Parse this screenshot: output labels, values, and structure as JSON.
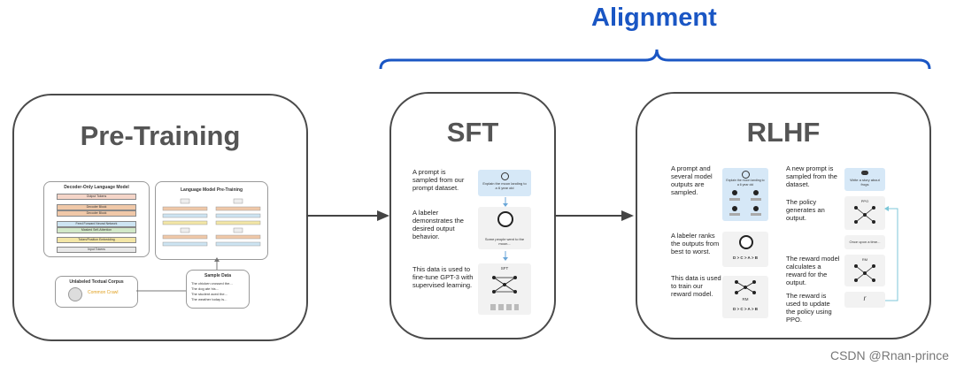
{
  "header": {
    "alignment": "Alignment",
    "bracket_color": "#1a56c4"
  },
  "pretraining": {
    "title": "Pre-Training",
    "decoder_panel": {
      "title": "Decoder-Only Language Model",
      "layers": [
        "Output Tokens",
        "Decoder Block",
        "Decoder Block",
        "Feed Forward Neural Network",
        "Masked Self-Attention",
        "Token/Position Embedding",
        "Input Tokens"
      ]
    },
    "lm_panel": {
      "title": "Language Model Pre-Training"
    },
    "corpus": {
      "title": "Unlabeled Textual Corpus",
      "logo_text": "Common Crawl"
    },
    "sample": {
      "title": "Sample Data",
      "lines": [
        "The chicken crossed the...",
        "The dog ate his...",
        "The student aced the...",
        "The weather today is..."
      ]
    }
  },
  "sft": {
    "title": "SFT",
    "notes": [
      "A prompt is sampled from our prompt dataset.",
      "A labeler demonstrates the desired output behavior.",
      "This data is used to fine-tune GPT-3 with supervised learning."
    ],
    "prompt_card": "Explain the moon landing to a 6 year old",
    "answer_card": "Some people went to the moon...",
    "model_label": "SFT"
  },
  "rlhf": {
    "title": "RLHF",
    "left_notes": [
      "A prompt and several model outputs are sampled.",
      "A labeler ranks the outputs from best to worst.",
      "This data is used to train our reward model."
    ],
    "right_notes": [
      "A new prompt is sampled from the dataset.",
      "The policy generates an output.",
      "The reward model calculates a reward for the output.",
      "The reward is used to update the policy using PPO."
    ],
    "prompt_card": "Explain the moon landing to a 6 year old",
    "new_prompt_card": "Write a story about frogs",
    "output_card": "Once upon a time...",
    "rm_label": "RM",
    "ppo_label": "PPO",
    "reward_symbol": "r",
    "ranking": "D > C > A > B"
  },
  "watermark": "CSDN @Rnan-prince"
}
